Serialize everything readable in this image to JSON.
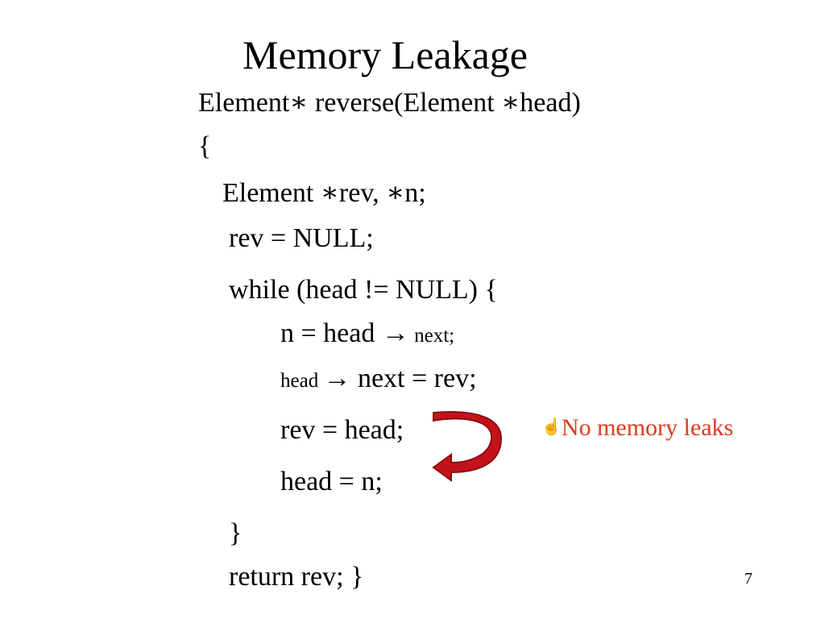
{
  "slide": {
    "title": "Memory Leakage",
    "code": {
      "signature_a": "Element",
      "signature_star_a": "∗",
      "signature_b": " reverse(Element ",
      "signature_star_b": "∗",
      "signature_c": "head)",
      "open_brace": "{",
      "decl_a": "Element ",
      "decl_star_a": "∗",
      "decl_b": "rev, ",
      "decl_star_b": "∗",
      "decl_c": "n;",
      "assign_rev": "rev = NULL;",
      "while_line": "while (head != NULL) {",
      "line_n_a": "n = head ",
      "line_n_arrow": "→",
      "line_n_b": " next;",
      "line_next_a": "head ",
      "line_next_arrow": "→",
      "line_next_b": " next = rev;",
      "line_rev_head": "rev = head;",
      "line_head_n": "head = n;",
      "close_brace": "}",
      "return_line": "return rev; }"
    },
    "note": {
      "icon": "thumbs-up",
      "icon_glyph": "☝",
      "text": "No memory leaks",
      "color": "#e03a1e"
    },
    "arrow_color": "#c4121a",
    "page_number": "7"
  }
}
